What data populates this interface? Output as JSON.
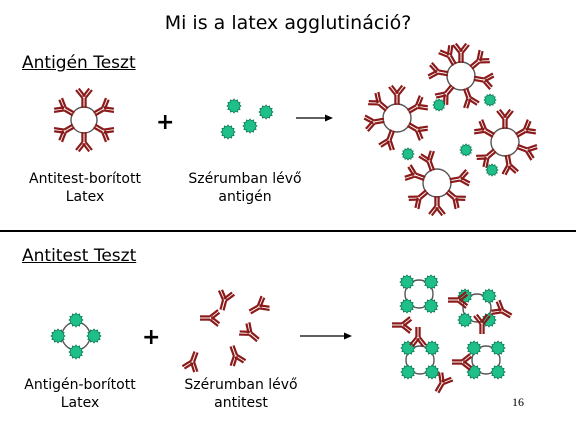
{
  "title": "Mi is a latex agglutináció?",
  "sections": [
    {
      "heading": "Antigén Teszt",
      "plus": "+",
      "captions": [
        {
          "lines": [
            "Antitest-borított",
            "Latex"
          ]
        },
        {
          "lines": [
            "Szérumban lévő",
            "antigén"
          ]
        }
      ]
    },
    {
      "heading": "Antitest Teszt",
      "plus": "+",
      "captions": [
        {
          "lines": [
            "Antigén-borított",
            "Latex"
          ]
        },
        {
          "lines": [
            "Szérumban lévő",
            "antitest"
          ]
        }
      ]
    }
  ],
  "page_number": "16",
  "colors": {
    "antibody": "#8b1a1a",
    "antigen": "#1fbf8a",
    "latex_fill": "#ffffff",
    "latex_stroke": "#555555"
  }
}
